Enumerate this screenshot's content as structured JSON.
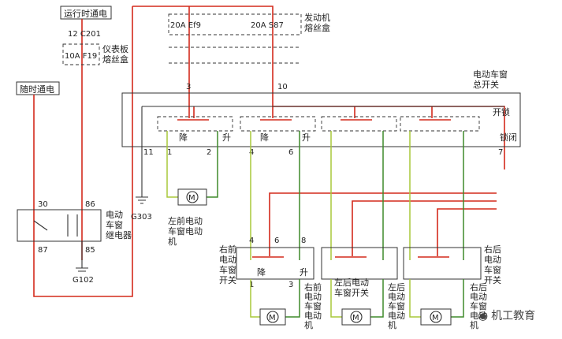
{
  "labels": {
    "run_power": "运行时通电",
    "connector_c201": "12 C201",
    "fuse_f19": "10A F19",
    "ip_fuse_box": "仪表板\n熔丝盒",
    "always_power": "随时通电",
    "fuse_ef9": "20A Ef9",
    "fuse_s87": "20A S87",
    "engine_fuse_box": "发动机\n熔丝盒",
    "master_switch": "电动车窗\n总开关",
    "unlock": "开锁",
    "lock": "锁闭",
    "relay": "电动\n车窗\n继电器",
    "ground_g102": "G102",
    "ground_g303": "G303",
    "lf_motor": "左前电动\n车窗电动\n机",
    "rf_switch": "右前\n电动\n车窗\n开关",
    "rf_motor": "右前\n电动\n车窗\n电动\n机",
    "lr_switch": "左后电动\n车窗开关",
    "lr_motor": "左后\n电动\n车窗\n电动\n机",
    "rr_switch": "右后\n电动\n车窗\n开关",
    "rr_motor": "右后\n电动\n车窗\n电动\n机",
    "down": "降",
    "up": "升",
    "motor_m": "M",
    "watermark": "机工教育"
  },
  "pins": {
    "p3": "3",
    "p10": "10",
    "p11": "11",
    "p1": "1",
    "p2": "2",
    "p4": "4",
    "p6": "6",
    "p7": "7",
    "p30": "30",
    "p86": "86",
    "p87": "87",
    "p85": "85",
    "p8": "8"
  },
  "colors": {
    "power": "#d42a1c",
    "ground": "#333333",
    "up_wire": "#3f8a2a",
    "down_wire": "#a8c83a"
  }
}
